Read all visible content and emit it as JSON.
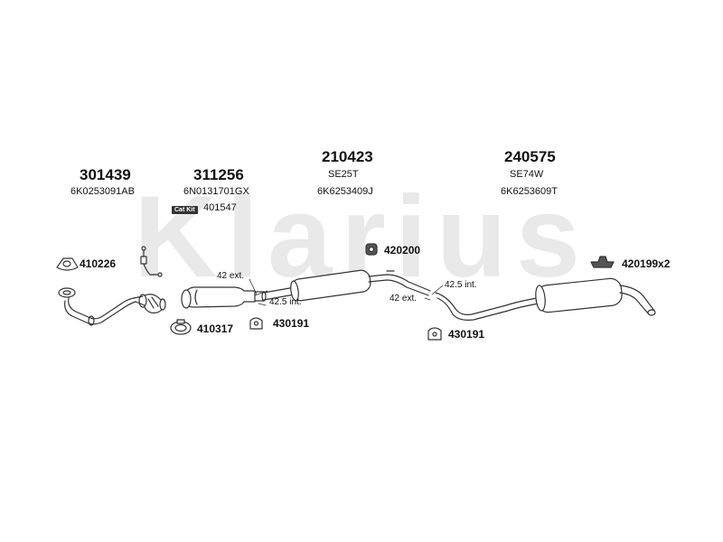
{
  "watermark": "Klarius",
  "parts": [
    {
      "number": "301439",
      "code": "6K0253091AB"
    },
    {
      "number": "311256",
      "code": "6N0131701GX"
    },
    {
      "number": "210423",
      "type": "SE25T",
      "code": "6K6253409J"
    },
    {
      "number": "240575",
      "type": "SE74W",
      "code": "6K6253609T"
    }
  ],
  "cat_kit": {
    "badge": "Cat Kit",
    "number": "401547"
  },
  "fittings": {
    "f410226": "410226",
    "f410317": "410317",
    "f430191a": "430191",
    "f420200": "420200",
    "f430191b": "430191",
    "f420199": "420199x2"
  },
  "dimensions": {
    "d1_ext": "42 ext.",
    "d1_int": "42.5 int.",
    "d2_ext": "42 ext.",
    "d2_int": "42.5 int."
  }
}
